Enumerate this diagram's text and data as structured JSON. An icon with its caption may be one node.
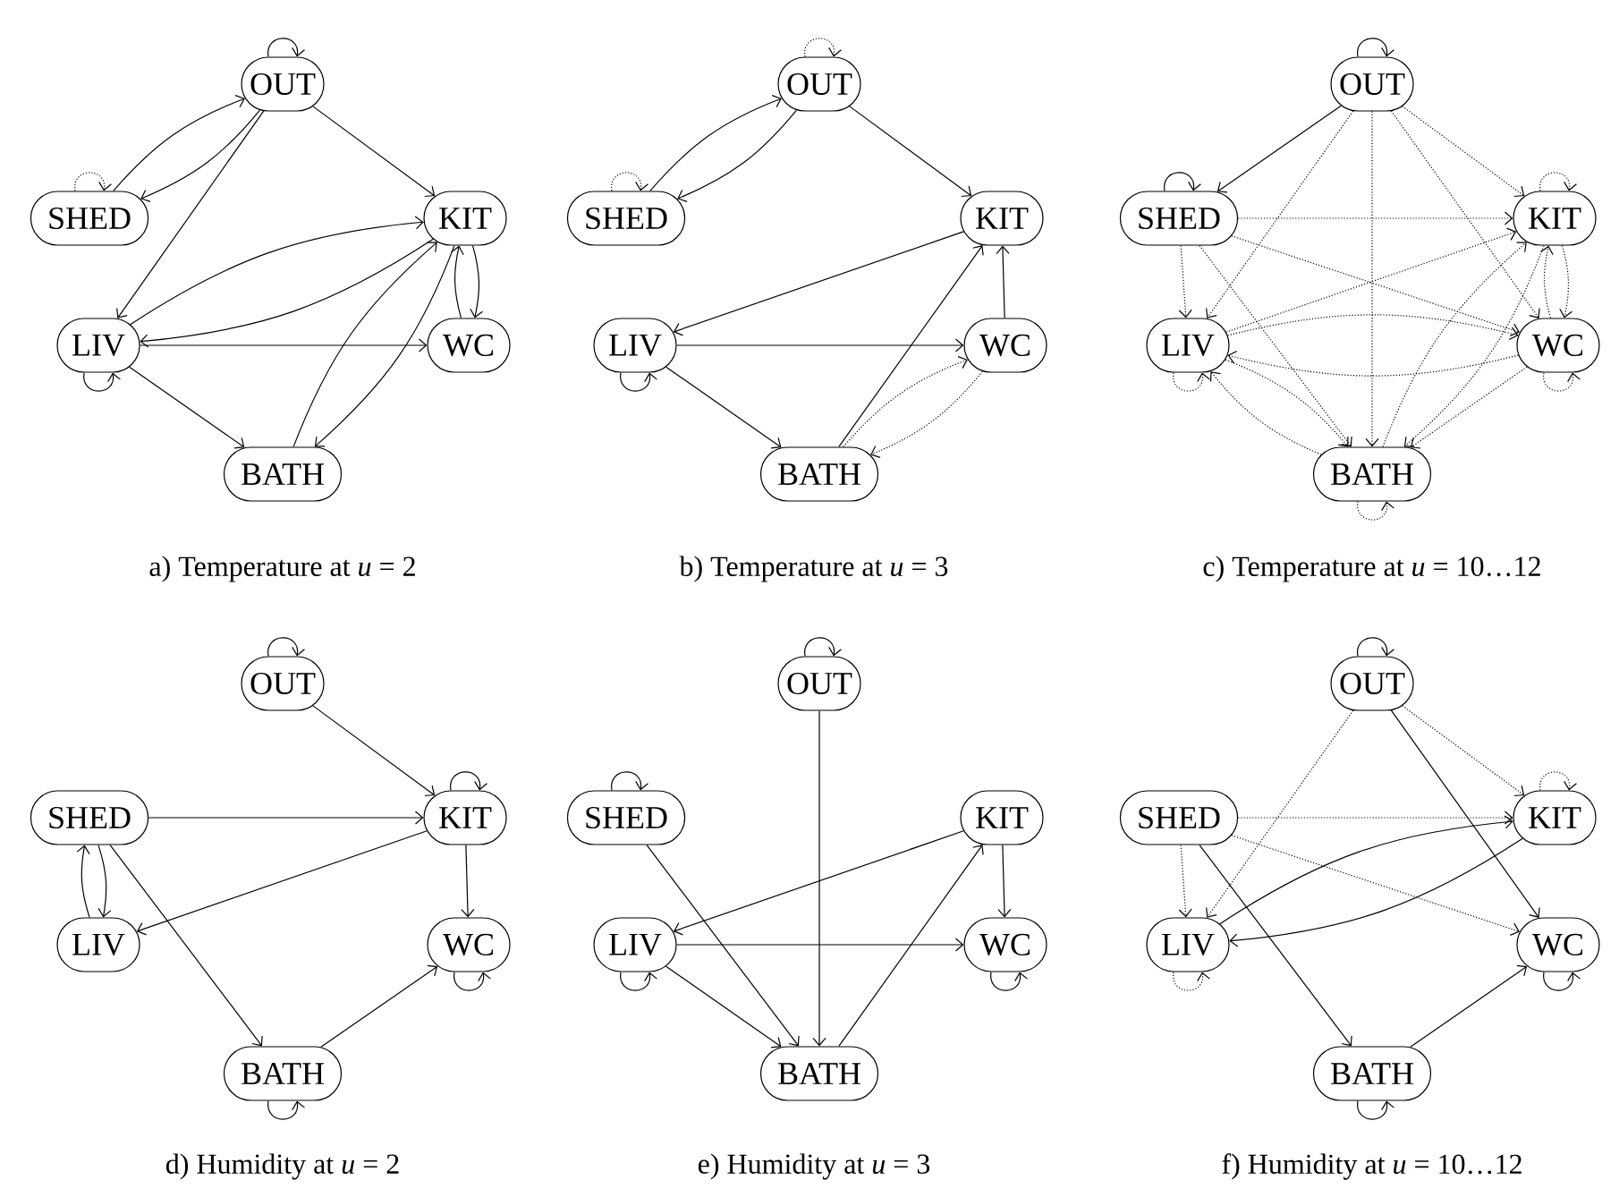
{
  "diagram": {
    "nodes": [
      {
        "text": [
          "OUT"
        ]
      },
      {
        "text": [
          "SHED"
        ]
      },
      {
        "text": [
          "KIT"
        ]
      },
      {
        "text": [
          "LIV"
        ]
      },
      {
        "text": [
          "WC"
        ]
      },
      {
        "text": [
          "BATH"
        ]
      },
      {
        "text": [
          "OUT"
        ]
      },
      {
        "text": [
          "SHED"
        ]
      },
      {
        "text": [
          "KIT"
        ]
      },
      {
        "text": [
          "LIV"
        ]
      },
      {
        "text": [
          "WC"
        ]
      },
      {
        "text": [
          "BATH"
        ]
      },
      {
        "text": [
          "OUT"
        ]
      },
      {
        "text": [
          "SHED"
        ]
      },
      {
        "text": [
          "KIT"
        ]
      },
      {
        "text": [
          "LIV"
        ]
      },
      {
        "text": [
          "WC"
        ]
      },
      {
        "text": [
          "BATH"
        ]
      },
      {
        "text": [
          "OUT"
        ]
      },
      {
        "text": [
          "SHED"
        ]
      },
      {
        "text": [
          "KIT"
        ]
      },
      {
        "text": [
          "LIV"
        ]
      },
      {
        "text": [
          "WC"
        ]
      },
      {
        "text": [
          "BATH"
        ]
      },
      {
        "text": [
          "OUT"
        ]
      },
      {
        "text": [
          "SHED"
        ]
      },
      {
        "text": [
          "KIT"
        ]
      },
      {
        "text": [
          "LIV"
        ]
      },
      {
        "text": [
          "WC"
        ]
      },
      {
        "text": [
          "BATH"
        ]
      },
      {
        "text": [
          "OUT"
        ]
      },
      {
        "text": [
          "SHED"
        ]
      },
      {
        "text": [
          "KIT"
        ]
      },
      {
        "text": [
          "LIV"
        ]
      },
      {
        "text": [
          "WC"
        ]
      },
      {
        "text": [
          "BATH"
        ]
      }
    ],
    "edges": [
      {
        "from": 0,
        "to": 0,
        "arrow": "to"
      },
      {
        "from": 1,
        "to": 1,
        "arrow": "to",
        "style": "dashed"
      },
      {
        "from": 1,
        "to": 0,
        "arrow": "to"
      },
      {
        "from": 0,
        "to": 1,
        "arrow": "to"
      },
      {
        "from": 0,
        "to": 2,
        "arrow": "to"
      },
      {
        "from": 0,
        "to": 3,
        "arrow": "to"
      },
      {
        "from": 3,
        "to": 2,
        "arrow": "to"
      },
      {
        "from": 2,
        "to": 3,
        "arrow": "to"
      },
      {
        "from": 2,
        "to": 4,
        "arrow": "to"
      },
      {
        "from": 4,
        "to": 2,
        "arrow": "to"
      },
      {
        "from": 3,
        "to": 4,
        "arrow": "to"
      },
      {
        "from": 3,
        "to": 3,
        "arrow": "to"
      },
      {
        "from": 3,
        "to": 5,
        "arrow": "to"
      },
      {
        "from": 5,
        "to": 2,
        "arrow": "to"
      },
      {
        "from": 2,
        "to": 5,
        "arrow": "to"
      },
      {
        "from": 6,
        "to": 6,
        "arrow": "to",
        "style": "dashed"
      },
      {
        "from": 7,
        "to": 7,
        "arrow": "to",
        "style": "dashed"
      },
      {
        "from": 7,
        "to": 6,
        "arrow": "to"
      },
      {
        "from": 6,
        "to": 7,
        "arrow": "to"
      },
      {
        "from": 6,
        "to": 8,
        "arrow": "to"
      },
      {
        "from": 8,
        "to": 9,
        "arrow": "to"
      },
      {
        "from": 9,
        "to": 10,
        "arrow": "to"
      },
      {
        "from": 9,
        "to": 9,
        "arrow": "to"
      },
      {
        "from": 9,
        "to": 11,
        "arrow": "to"
      },
      {
        "from": 11,
        "to": 8,
        "arrow": "to"
      },
      {
        "from": 10,
        "to": 8,
        "arrow": "to"
      },
      {
        "from": 11,
        "to": 10,
        "arrow": "to",
        "style": "dashed"
      },
      {
        "from": 10,
        "to": 11,
        "arrow": "to",
        "style": "dashed"
      },
      {
        "from": 12,
        "to": 12,
        "arrow": "to"
      },
      {
        "from": 13,
        "to": 13,
        "arrow": "to"
      },
      {
        "from": 12,
        "to": 13,
        "arrow": "to"
      },
      {
        "from": 12,
        "to": 14,
        "arrow": "to",
        "style": "dashed"
      },
      {
        "from": 12,
        "to": 15,
        "arrow": "to",
        "style": "dashed"
      },
      {
        "from": 12,
        "to": 17,
        "arrow": "to",
        "style": "dashed"
      },
      {
        "from": 12,
        "to": 16,
        "arrow": "to",
        "style": "dashed"
      },
      {
        "from": 14,
        "to": 14,
        "arrow": "to",
        "style": "dashed"
      },
      {
        "from": 13,
        "to": 14,
        "arrow": "to",
        "style": "dashed"
      },
      {
        "from": 13,
        "to": 15,
        "arrow": "to",
        "style": "dashed"
      },
      {
        "from": 13,
        "to": 16,
        "arrow": "to",
        "style": "dashed"
      },
      {
        "from": 13,
        "to": 17,
        "arrow": "to",
        "style": "dashed"
      },
      {
        "from": 14,
        "to": 16,
        "arrow": "to",
        "style": "dashed"
      },
      {
        "from": 16,
        "to": 14,
        "arrow": "to",
        "style": "dashed"
      },
      {
        "from": 15,
        "to": 14,
        "arrow": "to",
        "style": "dashed"
      },
      {
        "from": 17,
        "to": 14,
        "arrow": "to",
        "style": "dashed"
      },
      {
        "from": 15,
        "to": 16,
        "arrow": "to",
        "style": "dashed"
      },
      {
        "from": 16,
        "to": 15,
        "arrow": "to",
        "style": "dashed"
      },
      {
        "from": 17,
        "to": 15,
        "arrow": "to",
        "style": "dashed"
      },
      {
        "from": 15,
        "to": 17,
        "arrow": "to",
        "style": "dashed"
      },
      {
        "from": 14,
        "to": 17,
        "arrow": "to",
        "style": "dashed"
      },
      {
        "from": 16,
        "to": 17,
        "arrow": "to",
        "style": "dashed"
      },
      {
        "from": 15,
        "to": 15,
        "arrow": "to",
        "style": "dashed"
      },
      {
        "from": 16,
        "to": 16,
        "arrow": "to",
        "style": "dashed"
      },
      {
        "from": 17,
        "to": 17,
        "arrow": "to",
        "style": "dashed"
      },
      {
        "from": 18,
        "to": 18,
        "arrow": "to"
      },
      {
        "from": 18,
        "to": 20,
        "arrow": "to"
      },
      {
        "from": 20,
        "to": 20,
        "arrow": "to"
      },
      {
        "from": 19,
        "to": 20,
        "arrow": "to"
      },
      {
        "from": 19,
        "to": 21,
        "arrow": "to"
      },
      {
        "from": 21,
        "to": 19,
        "arrow": "to"
      },
      {
        "from": 20,
        "to": 21,
        "arrow": "to"
      },
      {
        "from": 20,
        "to": 22,
        "arrow": "to"
      },
      {
        "from": 19,
        "to": 23,
        "arrow": "to"
      },
      {
        "from": 23,
        "to": 22,
        "arrow": "to"
      },
      {
        "from": 22,
        "to": 22,
        "arrow": "to"
      },
      {
        "from": 23,
        "to": 23,
        "arrow": "to"
      },
      {
        "from": 24,
        "to": 24,
        "arrow": "to"
      },
      {
        "from": 24,
        "to": 29,
        "arrow": "to"
      },
      {
        "from": 25,
        "to": 25,
        "arrow": "to"
      },
      {
        "from": 25,
        "to": 29,
        "arrow": "to"
      },
      {
        "from": 26,
        "to": 27,
        "arrow": "to"
      },
      {
        "from": 26,
        "to": 28,
        "arrow": "to"
      },
      {
        "from": 27,
        "to": 28,
        "arrow": "to"
      },
      {
        "from": 27,
        "to": 27,
        "arrow": "to"
      },
      {
        "from": 27,
        "to": 29,
        "arrow": "to"
      },
      {
        "from": 29,
        "to": 26,
        "arrow": "to"
      },
      {
        "from": 28,
        "to": 28,
        "arrow": "to"
      },
      {
        "from": 30,
        "to": 30,
        "arrow": "to"
      },
      {
        "from": 30,
        "to": 32,
        "arrow": "to",
        "style": "dashed"
      },
      {
        "from": 30,
        "to": 33,
        "arrow": "to",
        "style": "dashed"
      },
      {
        "from": 30,
        "to": 34,
        "arrow": "to"
      },
      {
        "from": 32,
        "to": 32,
        "arrow": "to",
        "style": "dashed"
      },
      {
        "from": 31,
        "to": 32,
        "arrow": "to",
        "style": "dashed"
      },
      {
        "from": 31,
        "to": 33,
        "arrow": "to",
        "style": "dashed"
      },
      {
        "from": 31,
        "to": 34,
        "arrow": "to",
        "style": "dashed"
      },
      {
        "from": 31,
        "to": 35,
        "arrow": "to"
      },
      {
        "from": 33,
        "to": 32,
        "arrow": "to"
      },
      {
        "from": 32,
        "to": 33,
        "arrow": "to"
      },
      {
        "from": 33,
        "to": 33,
        "arrow": "to",
        "style": "dashed"
      },
      {
        "from": 34,
        "to": 34,
        "arrow": "to"
      },
      {
        "from": 35,
        "to": 34,
        "arrow": "to"
      },
      {
        "from": 35,
        "to": 35,
        "arrow": "to"
      }
    ],
    "labels": [
      "a) Temperature at *u* = 2",
      "b) Temperature at *u* = 3",
      "c) Temperature at *u* = 10…12",
      "d) Humidity at *u* = 2",
      "e) Humidity at *u* = 3",
      "f) Humidity at *u* = 10…12"
    ]
  }
}
